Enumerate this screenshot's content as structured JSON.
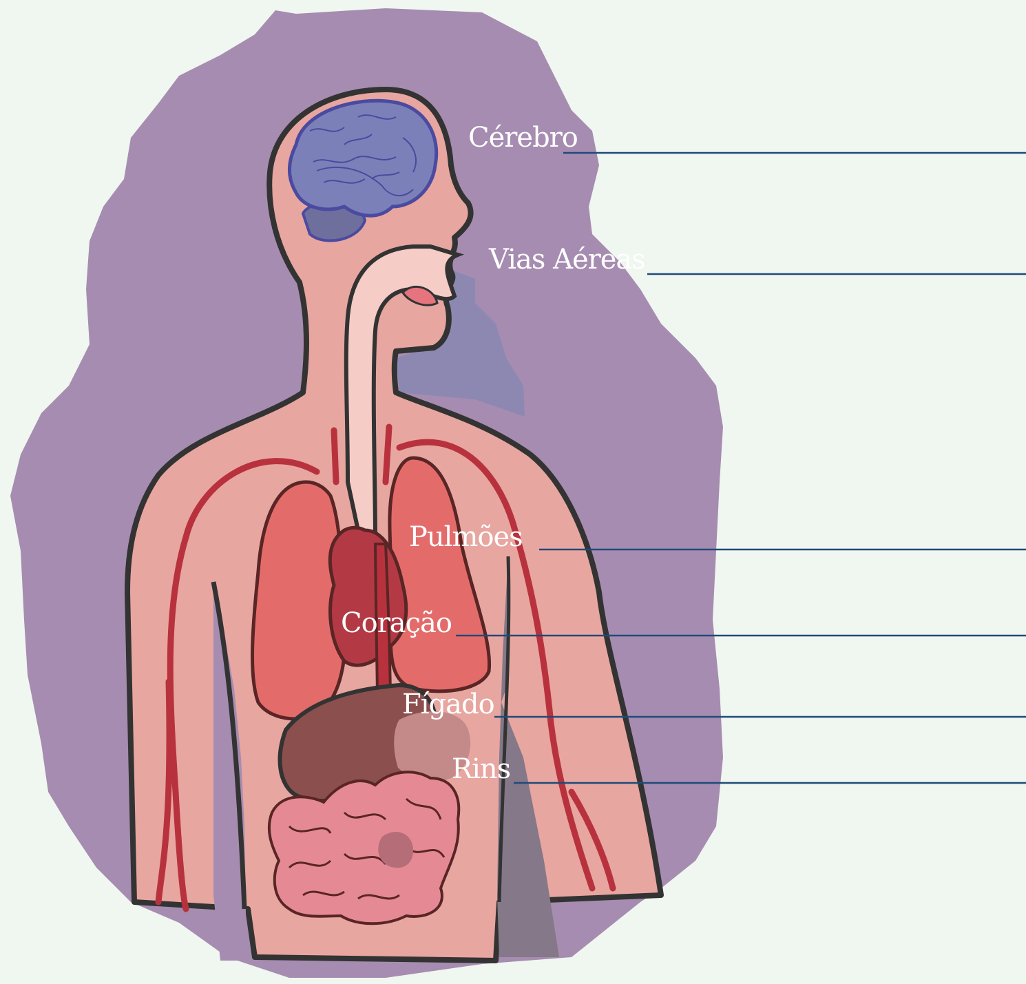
{
  "diagram": {
    "labels": {
      "brain": "Cérebro",
      "airways": "Vias Aéreas",
      "lungs": "Pulmões",
      "heart": "Coração",
      "liver": "Fígado",
      "kidneys": "Rins"
    }
  },
  "colors": {
    "background": "#f0f6f0",
    "blob": "#a68cb0",
    "skin": "#e8a6a0",
    "outline": "#333333",
    "brain": "#7c80b8",
    "vessel": "#b8323e",
    "lung": "#e36c6b",
    "heart": "#b33a45",
    "liver": "#8b4f4e",
    "kidney": "#c48a8a",
    "intestine": "#e58a95",
    "trachea": "#f5ccc6",
    "leader": "#1f4a7a"
  }
}
